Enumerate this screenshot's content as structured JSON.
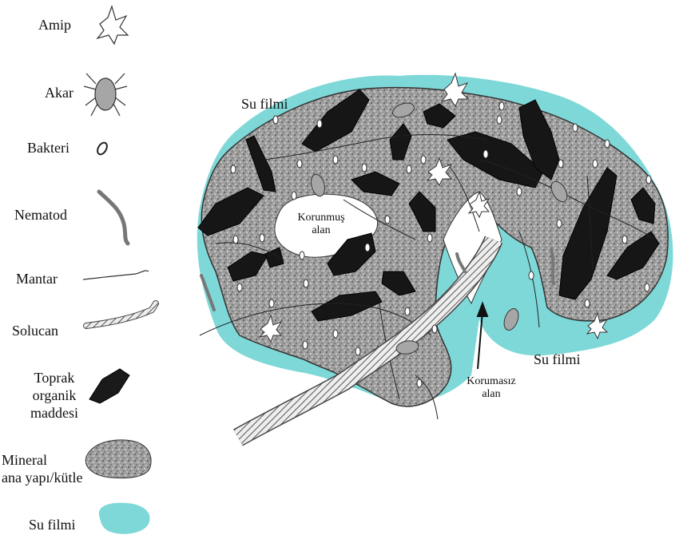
{
  "legend": {
    "amoeba": "Amip",
    "mite": "Akar",
    "bacteria": "Bakteri",
    "nematode": "Nematod",
    "fungus": "Mantar",
    "earthworm": "Solucan",
    "organic_matter": "Toprak\norganik\nmaddesi",
    "mineral": "Mineral\nana yapı/kütle",
    "water_film": "Su filmi"
  },
  "diagram": {
    "water_film_top": "Su filmi",
    "water_film_right": "Su filmi",
    "protected_area": "Korunmuş\nalan",
    "unprotected_area": "Korumasız\nalan"
  },
  "colors": {
    "water": "#7fd8d8",
    "mineral": "#a9a9a9",
    "organic": "#1a1a1a"
  }
}
